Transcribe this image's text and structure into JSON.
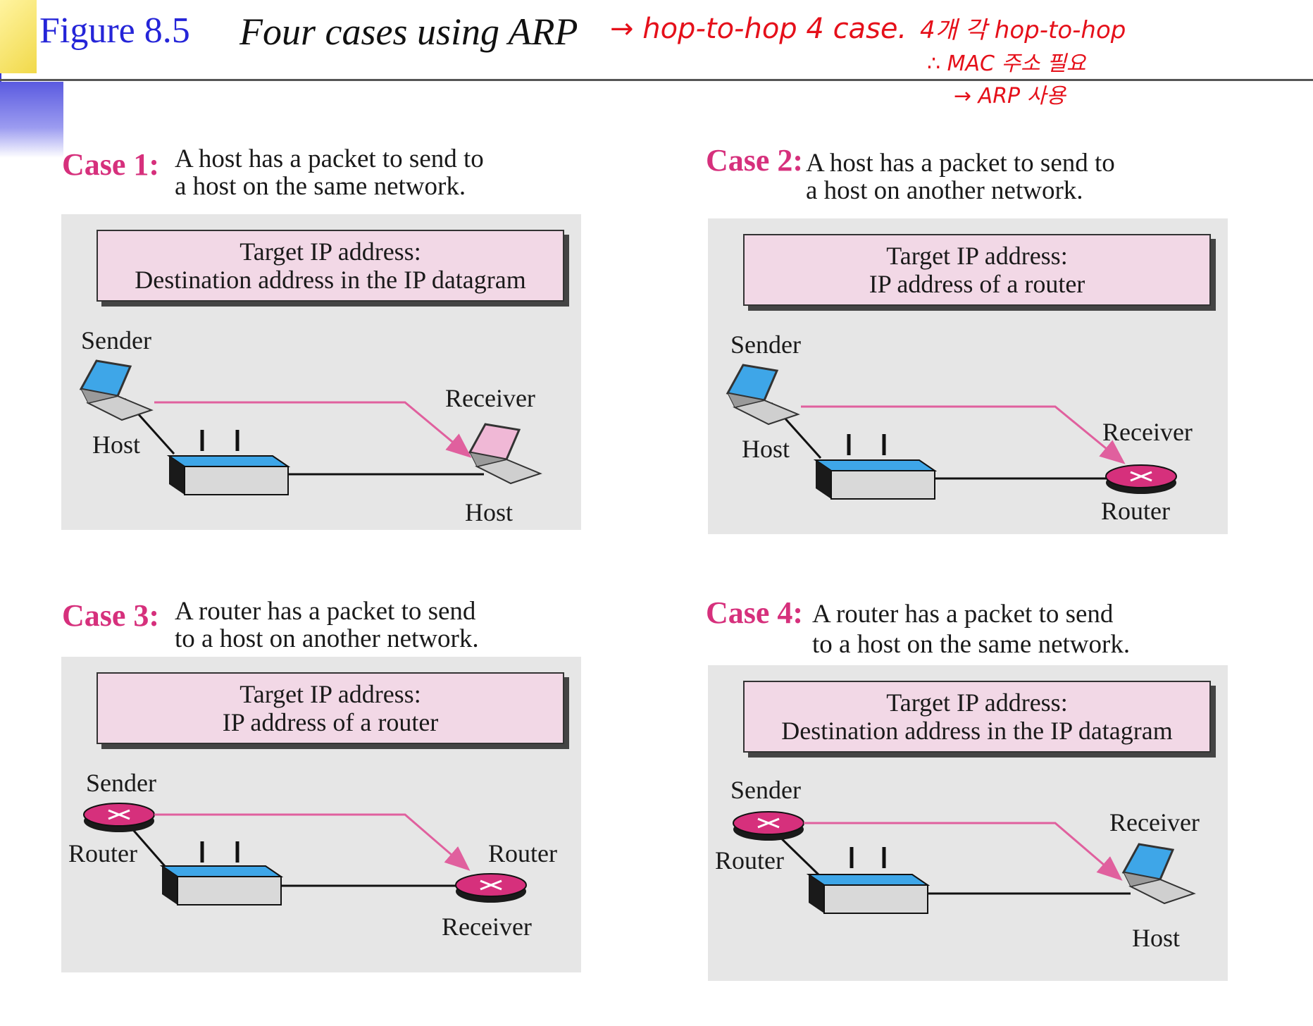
{
  "header": {
    "figure_label": "Figure 8.5",
    "figure_title": "Four cases using ARP",
    "note_line1": "→ hop-to-hop 4 case.",
    "note_line2": "4개 각 hop-to-hop",
    "note_line3": "∴ MAC 주소 필요",
    "note_line4": "→ ARP 사용"
  },
  "colors": {
    "accent": "#d6307c",
    "title_blue": "#2525d8",
    "panel": "#e6e6e6",
    "target_box": "#f2d8e6",
    "arrow": "#e0609e",
    "note_red": "#e5101a"
  },
  "cases": [
    {
      "label": "Case 1:",
      "desc_line1": "A host has a packet to send to",
      "desc_line2": "a host on the same network.",
      "target_title": "Target IP address:",
      "target_value": "Destination address in the IP datagram",
      "sender_label": "Sender",
      "sender_type": "Host",
      "receiver_label": "Receiver",
      "receiver_type": "Host",
      "sender_icon": "laptop-icon",
      "receiver_icon": "laptop-icon"
    },
    {
      "label": "Case 2:",
      "desc_line1": "A host has a packet to send to",
      "desc_line2": "a host on another network.",
      "target_title": "Target IP address:",
      "target_value": "IP address of a router",
      "sender_label": "Sender",
      "sender_type": "Host",
      "receiver_label": "Receiver",
      "receiver_type": "Router",
      "sender_icon": "laptop-icon",
      "receiver_icon": "router-icon"
    },
    {
      "label": "Case 3:",
      "desc_line1": "A router has a packet to send",
      "desc_line2": "to a host on another network.",
      "target_title": "Target IP address:",
      "target_value": "IP address of a router",
      "sender_label": "Sender",
      "sender_type": "Router",
      "receiver_label": "Receiver",
      "receiver_type": "Router",
      "sender_icon": "router-icon",
      "receiver_icon": "router-icon"
    },
    {
      "label": "Case 4:",
      "desc_line1": "A router has a packet to send",
      "desc_line2": "to a host on the same network.",
      "target_title": "Target IP address:",
      "target_value": "Destination address in the IP datagram",
      "sender_label": "Sender",
      "sender_type": "Router",
      "receiver_label": "Receiver",
      "receiver_type": "Host",
      "sender_icon": "router-icon",
      "receiver_icon": "laptop-icon"
    }
  ]
}
